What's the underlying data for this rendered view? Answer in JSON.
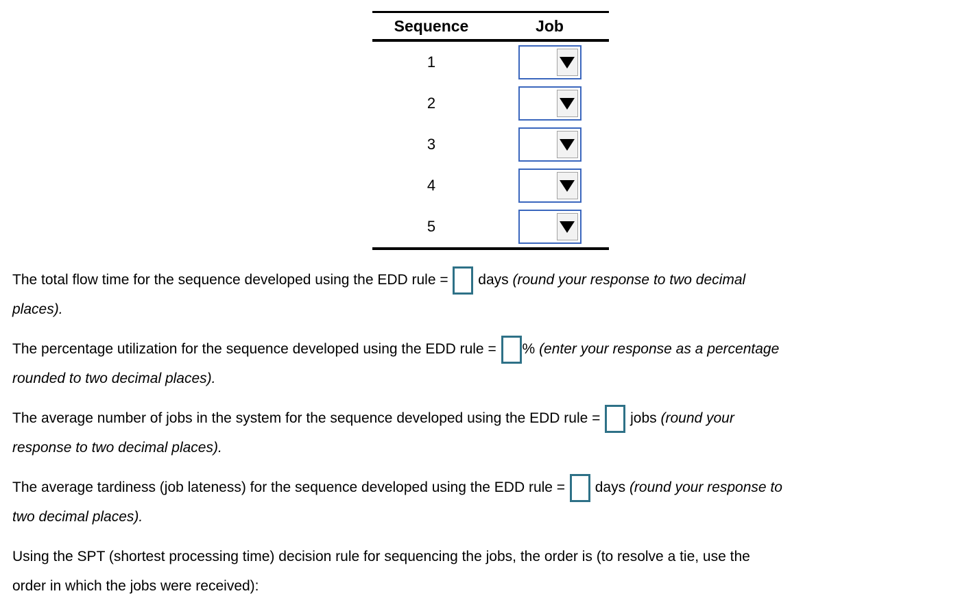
{
  "table": {
    "headers": [
      "Sequence",
      "Job"
    ],
    "rows": [
      {
        "sequence": "1",
        "job_selected": ""
      },
      {
        "sequence": "2",
        "job_selected": ""
      },
      {
        "sequence": "3",
        "job_selected": ""
      },
      {
        "sequence": "4",
        "job_selected": ""
      },
      {
        "sequence": "5",
        "job_selected": ""
      }
    ]
  },
  "questions": [
    {
      "name": "total-flow-time",
      "segments": [
        {
          "t": "text",
          "v": "The total flow time for the sequence developed using the EDD rule = "
        },
        {
          "t": "box"
        },
        {
          "t": "text",
          "v": " days "
        },
        {
          "t": "italic",
          "v": "(round your response to two decimal"
        },
        {
          "t": "br"
        },
        {
          "t": "italic",
          "v": "places)."
        }
      ]
    },
    {
      "name": "percentage-utilization",
      "segments": [
        {
          "t": "text",
          "v": "The percentage utilization for the sequence developed using the EDD rule = "
        },
        {
          "t": "box"
        },
        {
          "t": "text",
          "v": "% "
        },
        {
          "t": "italic",
          "v": "(enter your response as a percentage"
        },
        {
          "t": "br"
        },
        {
          "t": "italic",
          "v": "rounded to two decimal places)."
        }
      ]
    },
    {
      "name": "average-number-of-jobs",
      "segments": [
        {
          "t": "text",
          "v": "The average number of jobs in the system for the sequence developed using the EDD rule = "
        },
        {
          "t": "box"
        },
        {
          "t": "text",
          "v": " jobs "
        },
        {
          "t": "italic",
          "v": "(round your"
        },
        {
          "t": "br"
        },
        {
          "t": "italic",
          "v": "response to two decimal places)."
        }
      ]
    },
    {
      "name": "average-tardiness",
      "segments": [
        {
          "t": "text",
          "v": "The average tardiness (job lateness) for the sequence developed using the EDD rule = "
        },
        {
          "t": "box"
        },
        {
          "t": "text",
          "v": " days "
        },
        {
          "t": "italic",
          "v": "(round your response to"
        },
        {
          "t": "br"
        },
        {
          "t": "italic",
          "v": "two decimal places)."
        }
      ]
    },
    {
      "name": "spt-order",
      "segments": [
        {
          "t": "text",
          "v": "Using the SPT (shortest processing time) decision rule for sequencing the jobs, the order is (to resolve a tie, use the"
        },
        {
          "t": "br"
        },
        {
          "t": "text",
          "v": "order in which the jobs were received):"
        }
      ]
    }
  ],
  "icons": {
    "dropdown_arrow": "down-triangle"
  },
  "colors": {
    "select_border": "#3a66bd",
    "answer_box_border": "#2e7187",
    "dropdown_button_bg": "#f2f2f2",
    "dropdown_button_border": "#a3a3a3",
    "table_line": "#000000",
    "text": "#000000",
    "background": "#ffffff"
  }
}
